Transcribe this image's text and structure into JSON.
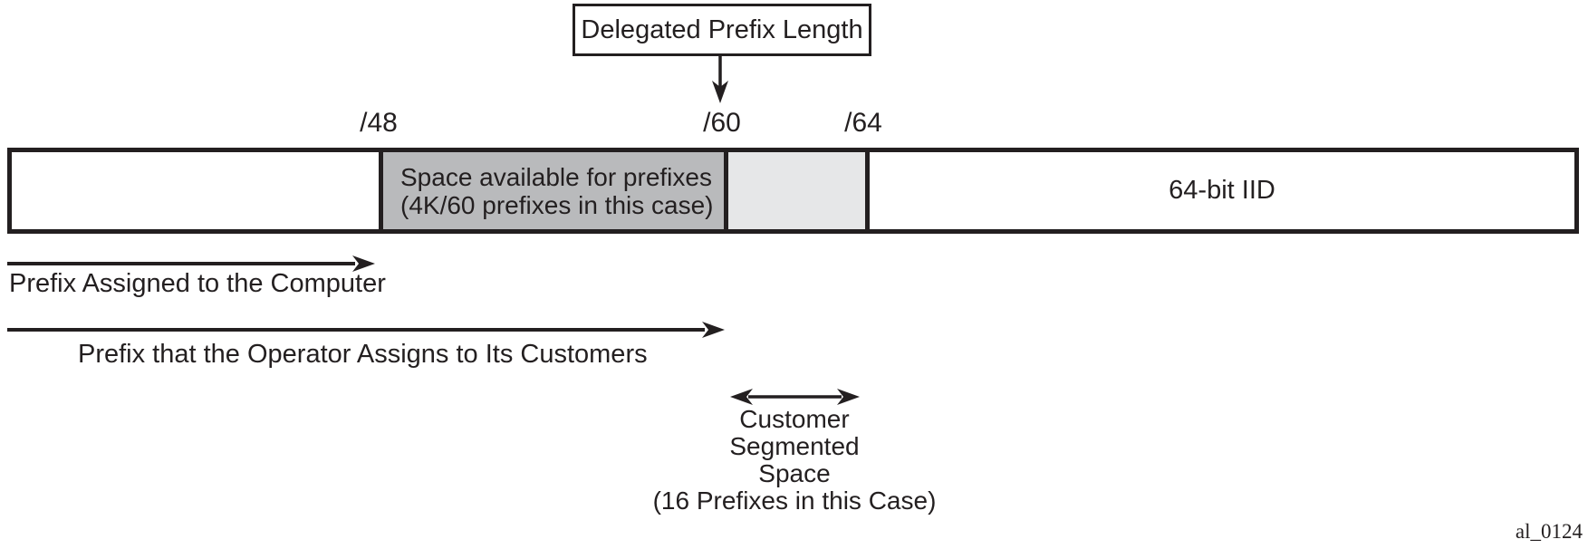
{
  "figure": {
    "callout": "Delegated Prefix Length",
    "ticks": [
      "/48",
      "/60",
      "/64"
    ],
    "bar": {
      "space_segment": {
        "line1": "Space available for prefixes",
        "line2": "(4K/60 prefixes in this case)"
      },
      "iid_segment": "64-bit IID"
    },
    "arrows": {
      "computer": "Prefix Assigned to the Computer",
      "operator": "Prefix that the Operator Assigns to Its Customers",
      "customer_space": [
        "Customer",
        "Segmented",
        "Space",
        "(16 Prefixes in this Case)"
      ]
    },
    "figure_id": "al_0124",
    "colors": {
      "ink": "#231f20",
      "space_fill": "#b9babc",
      "customer_fill": "#e6e7e8"
    }
  }
}
